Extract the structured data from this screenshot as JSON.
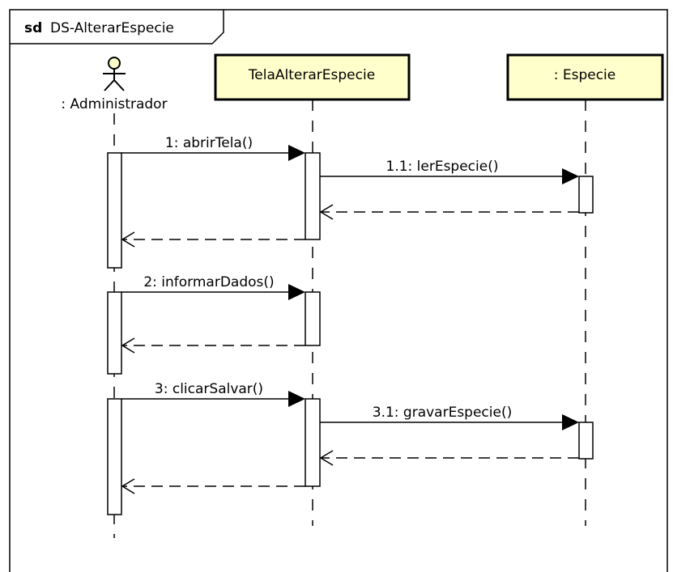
{
  "frame": {
    "keyword": "sd",
    "name": "DS-AlterarEspecie"
  },
  "actor": {
    "name": ": Administrador"
  },
  "lifelines": [
    {
      "name": "TelaAlterarEspecie"
    },
    {
      "name": ": Especie"
    }
  ],
  "messages": [
    {
      "label": "1: abrirTela()"
    },
    {
      "label": "1.1: lerEspecie()"
    },
    {
      "label": "2: informarDados()"
    },
    {
      "label": "3: clicarSalvar()"
    },
    {
      "label": "3.1: gravarEspecie()"
    }
  ],
  "colors": {
    "lifeline_box_fill": "#ffffcc",
    "actor_head_fill": "#ffffcc",
    "stroke": "#000000",
    "background": "#ffffff"
  }
}
